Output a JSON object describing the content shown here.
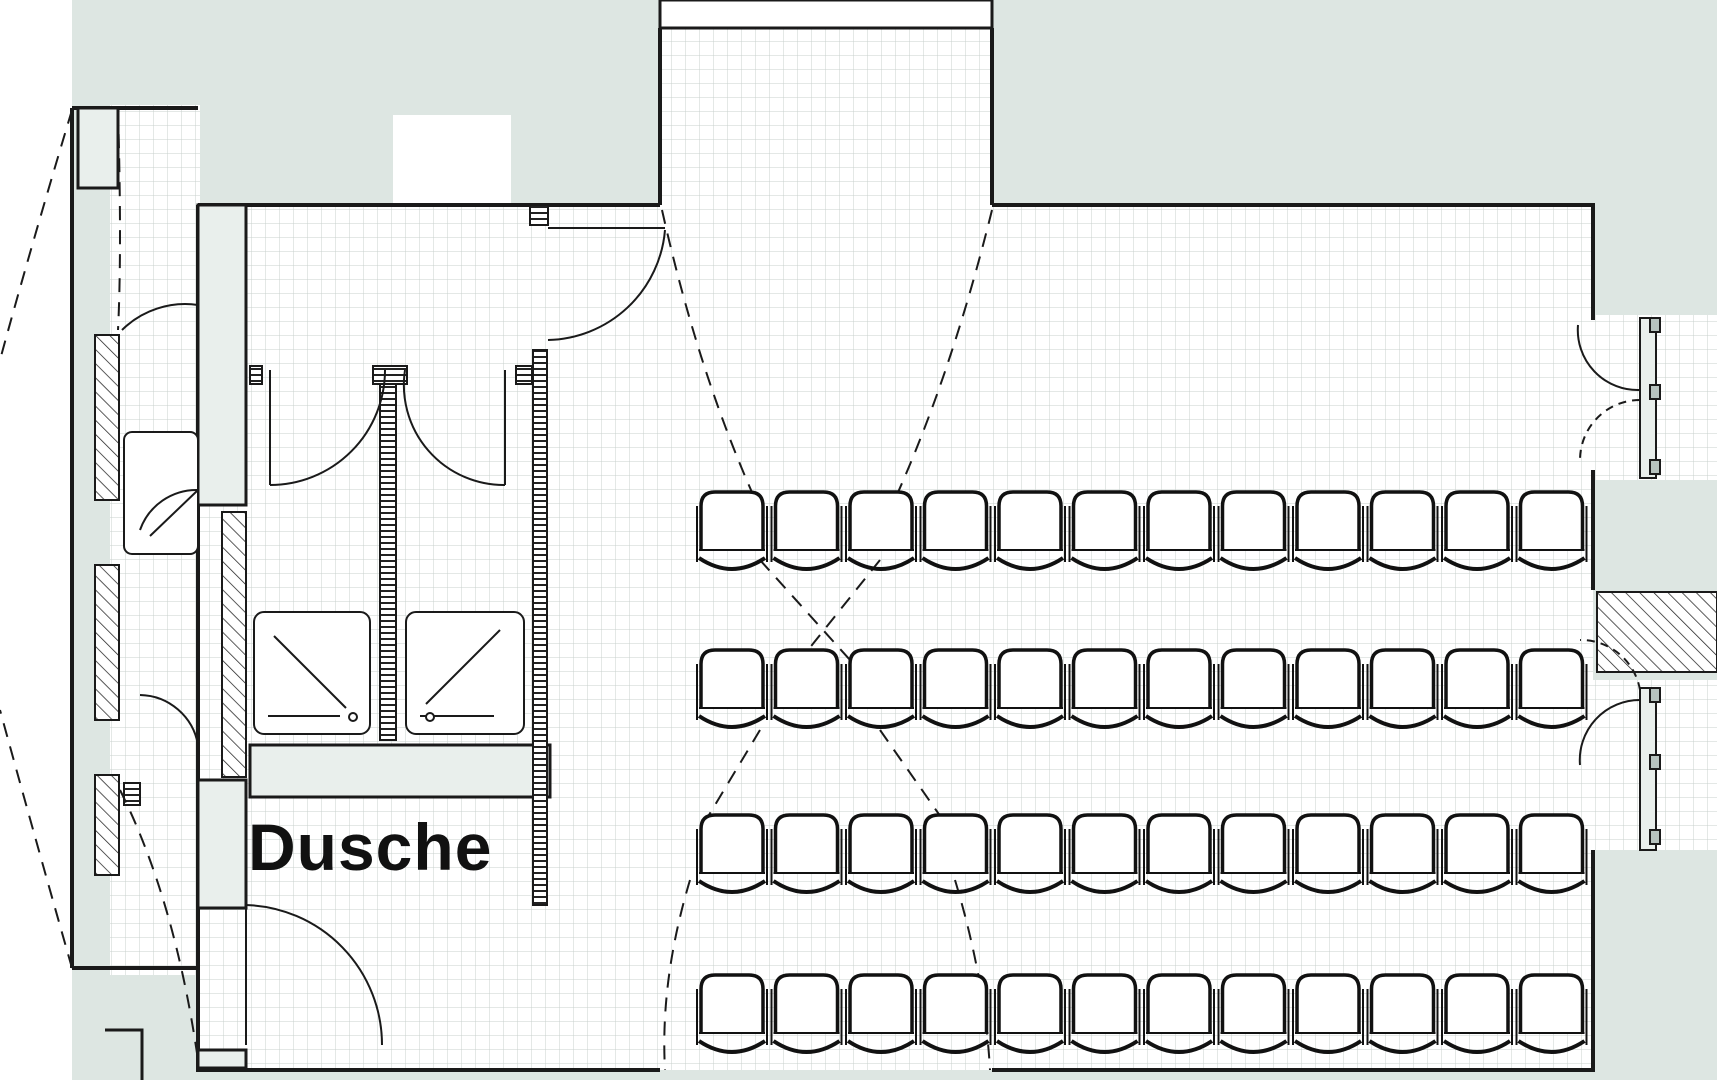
{
  "labels": {
    "shower": "Dusche"
  },
  "seating": {
    "rows": 4,
    "seats_per_row": 12
  },
  "colors": {
    "exterior": "#dde6e2",
    "floor": "#ffffff",
    "tile_grid": "#c9d1ce",
    "wall": "#1a1a1a",
    "wall_fill": "#e9efec"
  }
}
